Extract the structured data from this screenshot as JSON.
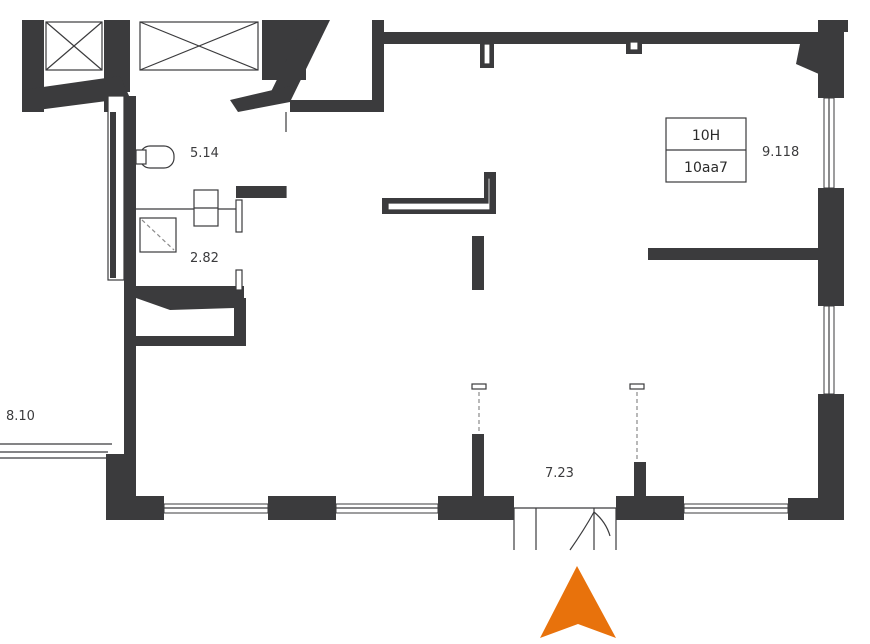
{
  "rooms": {
    "bathroom_area": "5.14",
    "shower_area": "2.82",
    "outside_left_area": "8.10",
    "main_hall_area": "7.23",
    "right_wall_mark": "9.118"
  },
  "unit_box": {
    "number": "10H",
    "code": "10aa7"
  },
  "entrance": {
    "arrow_color": "#e8720c"
  },
  "colors": {
    "wall": "#3b3b3d",
    "background": "#ffffff"
  }
}
